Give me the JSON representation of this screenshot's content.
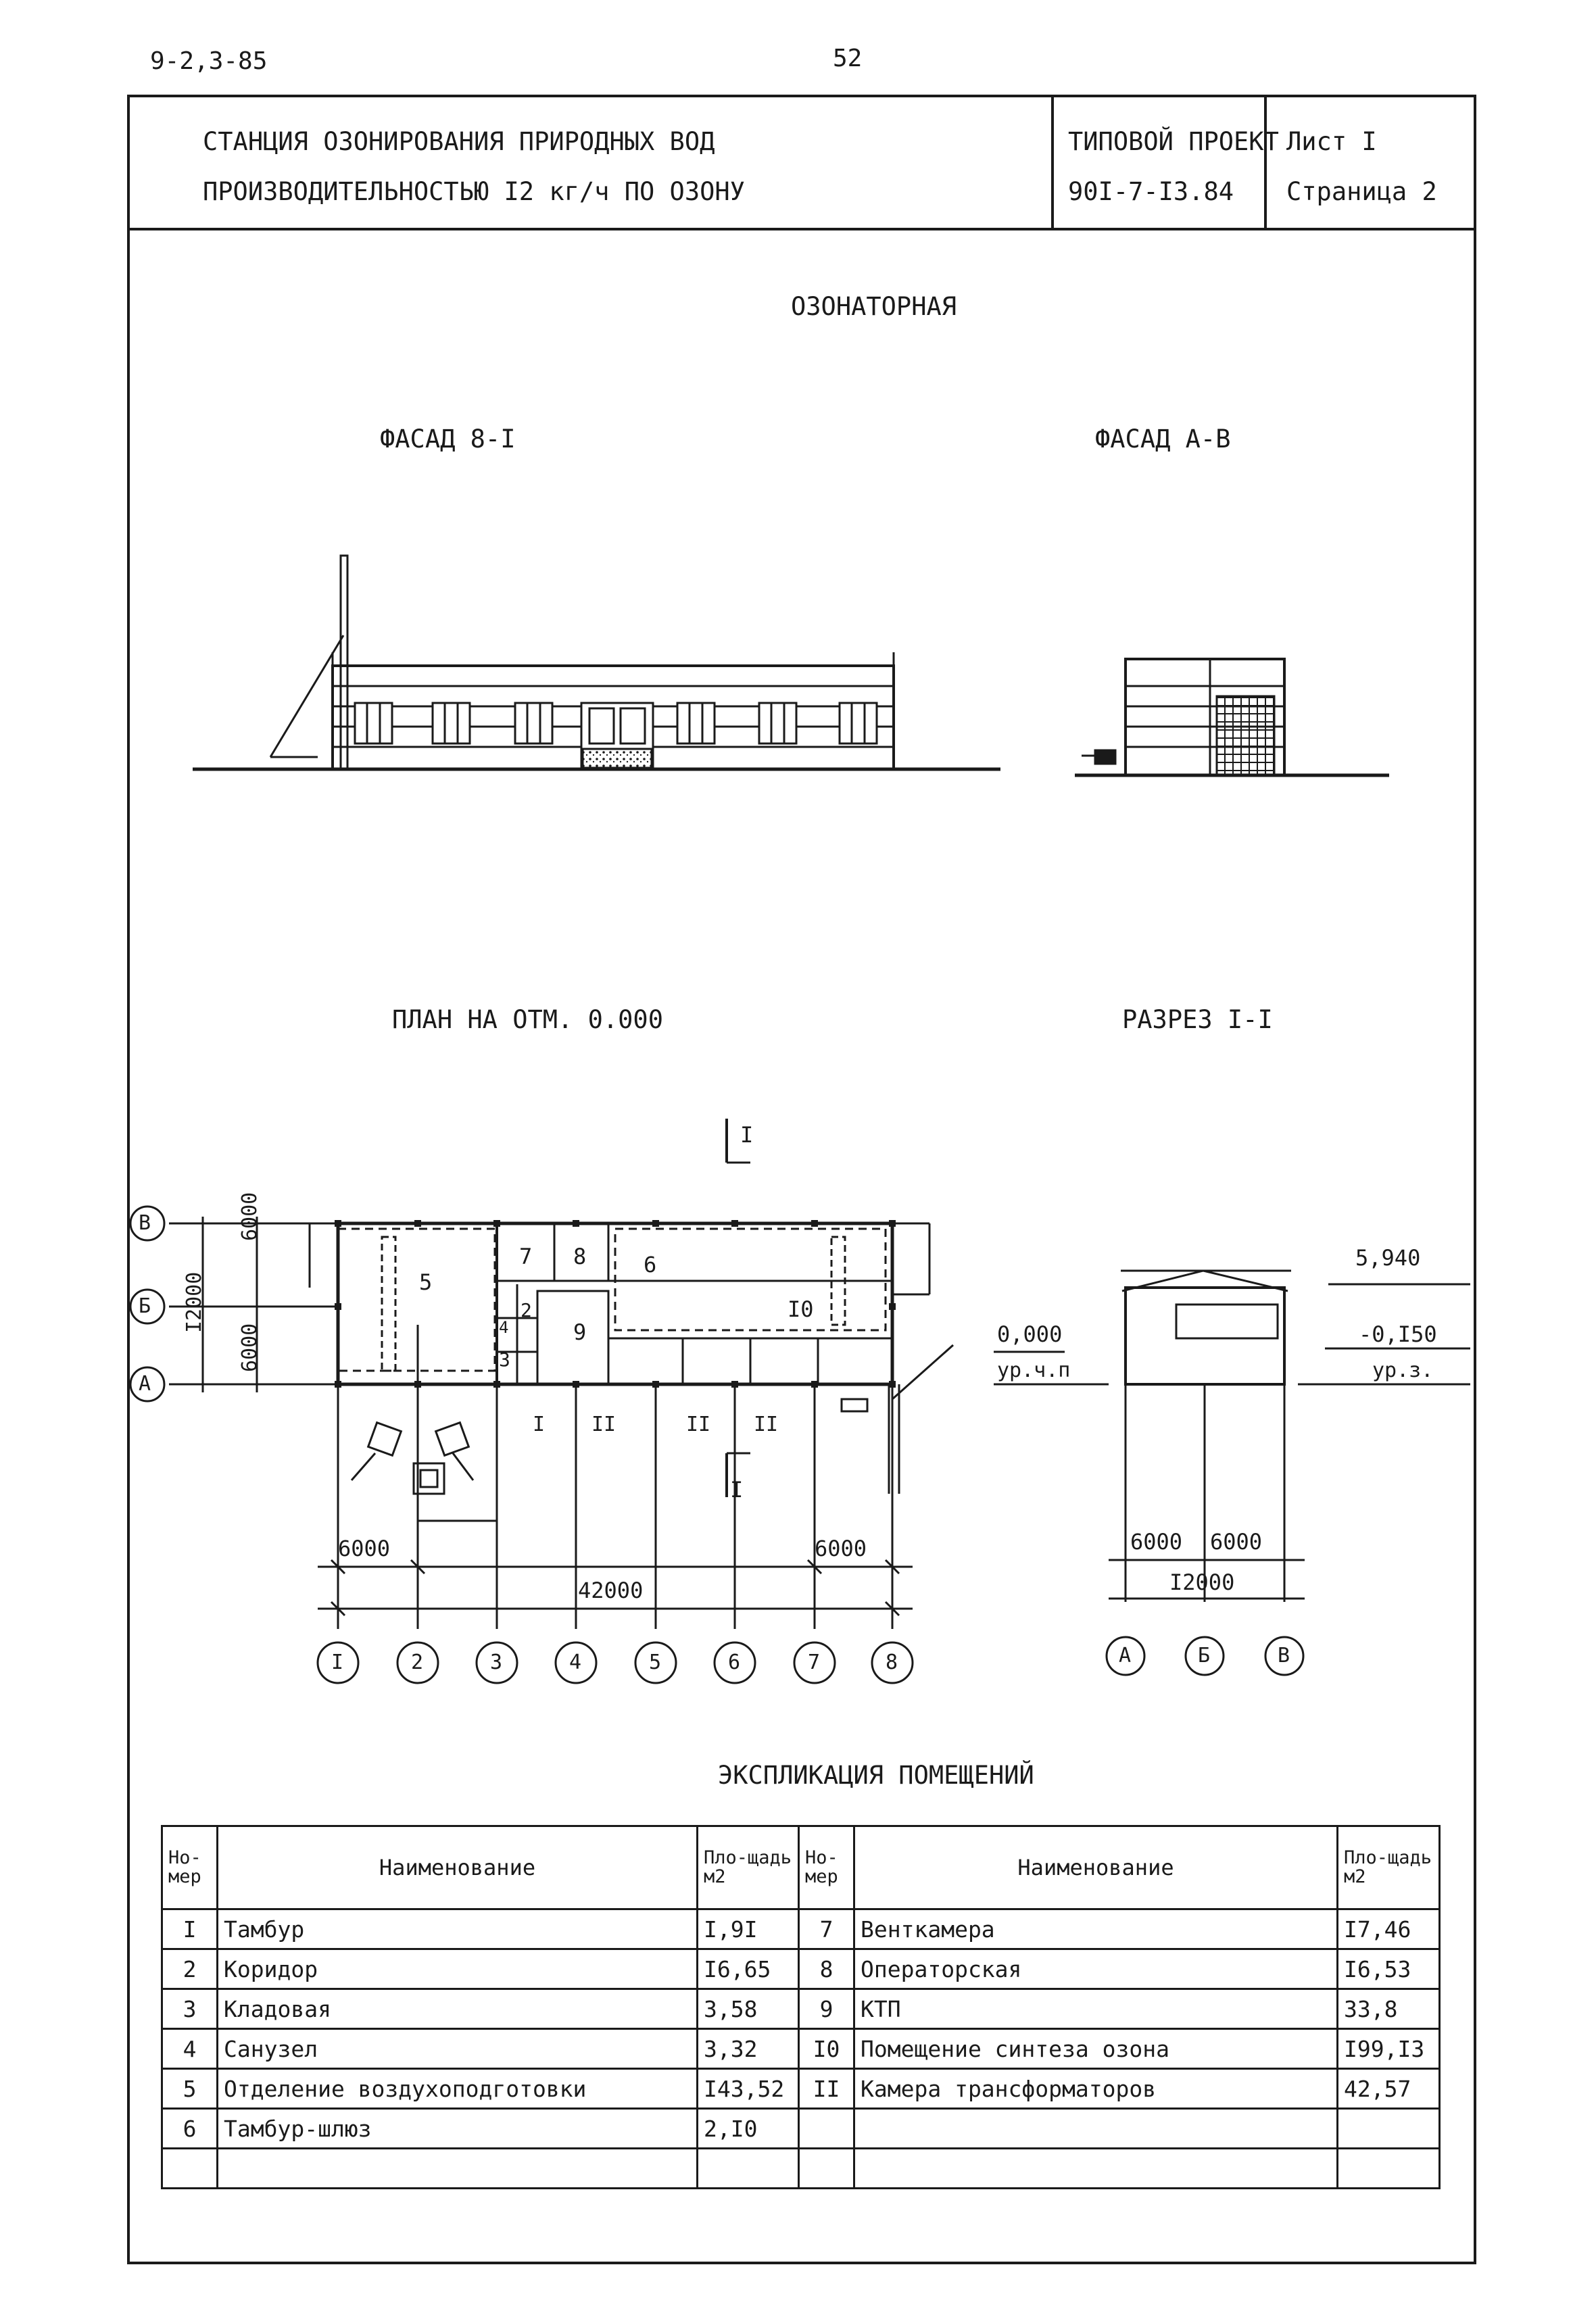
{
  "page": {
    "doc_code": "9-2,3-85",
    "page_number": "52"
  },
  "title_block": {
    "line1": "СТАНЦИЯ ОЗОНИРОВАНИЯ ПРИРОДНЫХ ВОД",
    "line2": "ПРОИЗВОДИТЕЛЬНОСТЬЮ I2 кг/ч ПО ОЗОНУ",
    "project_label": "ТИПОВОЙ ПРОЕКТ",
    "project_number": "90I-7-I3.84",
    "sheet": "Лист I",
    "page": "Страница 2"
  },
  "drawing": {
    "title": "ОЗОНАТОРНАЯ",
    "facade_8_1": "ФАСАД 8-I",
    "facade_a_v": "ФАСАД А-В",
    "plan_title": "ПЛАН НА ОТМ. 0.000",
    "section_title": "РАЗРЕЗ I-I"
  },
  "plan": {
    "axes_rows": [
      "В",
      "Б",
      "А"
    ],
    "axes_cols": [
      "I",
      "2",
      "3",
      "4",
      "5",
      "6",
      "7",
      "8"
    ],
    "dims": {
      "span_v": "6000",
      "span_a": "6000",
      "total_v": "I2000",
      "bay_left": "6000",
      "bay_right": "6000",
      "total": "42000"
    },
    "rooms": [
      "5",
      "7",
      "8",
      "6",
      "I0",
      "9",
      "2",
      "3",
      "4",
      "I",
      "II",
      "II",
      "II"
    ],
    "section_mark": "I"
  },
  "section": {
    "axes": [
      "А",
      "Б",
      "В"
    ],
    "top_level": "5,940",
    "level_zero": "0,000",
    "level_ground": "-0,I50",
    "label_floor": "ур.ч.п",
    "label_ground": "ур.з.",
    "dim_left": "6000",
    "dim_right": "6000",
    "dim_total": "I2000"
  },
  "explication": {
    "title": "ЭКСПЛИКАЦИЯ ПОМЕЩЕНИЙ",
    "headers": {
      "num": "Но-мер",
      "name": "Наименование",
      "area": "Пло-щадь м2"
    },
    "left": [
      {
        "num": "I",
        "name": "Тамбур",
        "area": "I,9I"
      },
      {
        "num": "2",
        "name": "Коридор",
        "area": "I6,65"
      },
      {
        "num": "3",
        "name": "Кладовая",
        "area": "3,58"
      },
      {
        "num": "4",
        "name": "Санузел",
        "area": "3,32"
      },
      {
        "num": "5",
        "name": "Отделение воздухоподготовки",
        "area": "I43,52"
      },
      {
        "num": "6",
        "name": "Тамбур-шлюз",
        "area": "2,I0"
      },
      {
        "num": "",
        "name": "",
        "area": ""
      }
    ],
    "right": [
      {
        "num": "7",
        "name": "Венткамера",
        "area": "I7,46"
      },
      {
        "num": "8",
        "name": "Операторская",
        "area": "I6,53"
      },
      {
        "num": "9",
        "name": "КТП",
        "area": "33,8"
      },
      {
        "num": "I0",
        "name": "Помещение синтеза озона",
        "area": "I99,I3"
      },
      {
        "num": "II",
        "name": "Камера трансформаторов",
        "area": "42,57"
      },
      {
        "num": "",
        "name": "",
        "area": ""
      },
      {
        "num": "",
        "name": "",
        "area": ""
      }
    ]
  }
}
